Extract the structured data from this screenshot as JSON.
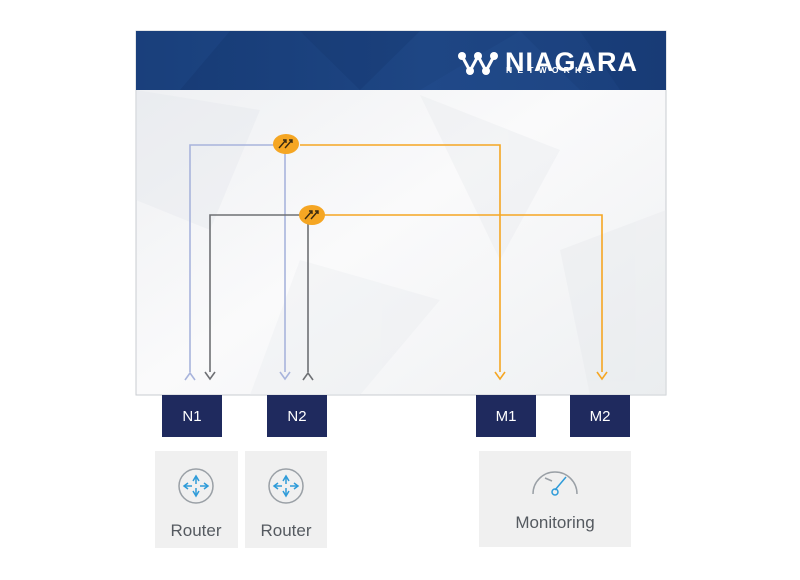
{
  "brand": {
    "name": "NIAGARA",
    "subtitle": "NETWORKS"
  },
  "ports": {
    "n1": "N1",
    "n2": "N2",
    "m1": "M1",
    "m2": "M2"
  },
  "devices": {
    "router_1": "Router",
    "router_2": "Router",
    "monitoring": "Monitoring"
  },
  "icons": {
    "brand_logo": "niagara-logo-icon",
    "tap_1": "tap-switch-icon",
    "tap_2": "tap-switch-icon",
    "router_1": "router-icon",
    "router_2": "router-icon",
    "monitoring": "gauge-icon"
  },
  "colors": {
    "header_blue": "#1b3f7c",
    "port_navy": "#1f2a5e",
    "tap_orange": "#f5a623",
    "line_orange": "#f5a623",
    "line_lavender": "#a8b4dc",
    "line_gray": "#6e7074",
    "device_icon_blue": "#2e9bd9",
    "device_bg": "#f0f0f0"
  }
}
